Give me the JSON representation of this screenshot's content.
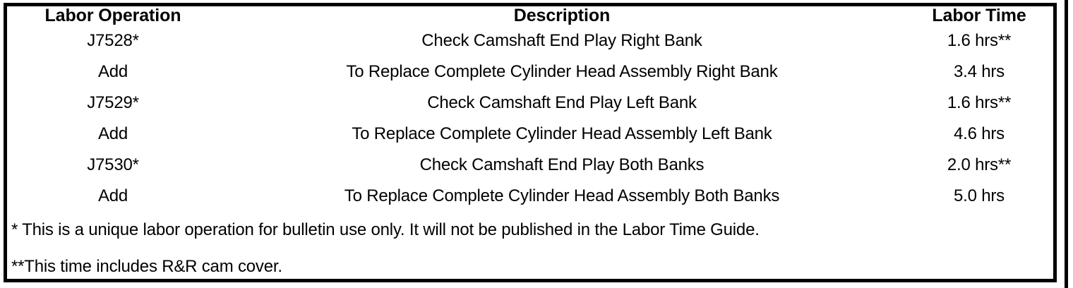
{
  "table": {
    "columns": [
      {
        "key": "labor_operation",
        "header": "Labor Operation"
      },
      {
        "key": "description",
        "header": "Description"
      },
      {
        "key": "labor_time",
        "header": "Labor Time"
      },
      {
        "key": "spacer",
        "header": ""
      }
    ],
    "rows": [
      {
        "labor_operation": "J7528*",
        "description": "Check Camshaft End Play Right Bank",
        "labor_time": "1.6 hrs**"
      },
      {
        "labor_operation": "Add",
        "description": "To Replace Complete Cylinder Head Assembly Right Bank",
        "labor_time": "3.4 hrs"
      },
      {
        "labor_operation": "J7529*",
        "description": "Check Camshaft End Play Left Bank",
        "labor_time": "1.6 hrs**"
      },
      {
        "labor_operation": "Add",
        "description": "To Replace Complete Cylinder Head Assembly Left Bank",
        "labor_time": "4.6 hrs"
      },
      {
        "labor_operation": "J7530*",
        "description": "Check Camshaft End Play Both Banks",
        "labor_time": "2.0 hrs**"
      },
      {
        "labor_operation": "Add",
        "description": "To Replace Complete Cylinder Head Assembly Both Banks",
        "labor_time": "5.0 hrs"
      }
    ],
    "footnotes": [
      "* This is a unique labor operation for bulletin use only. It will not be published in the Labor Time Guide.",
      "**This time includes R&R cam cover."
    ]
  },
  "colors": {
    "rule": "#000000",
    "text": "#000000",
    "background": "#ffffff"
  }
}
